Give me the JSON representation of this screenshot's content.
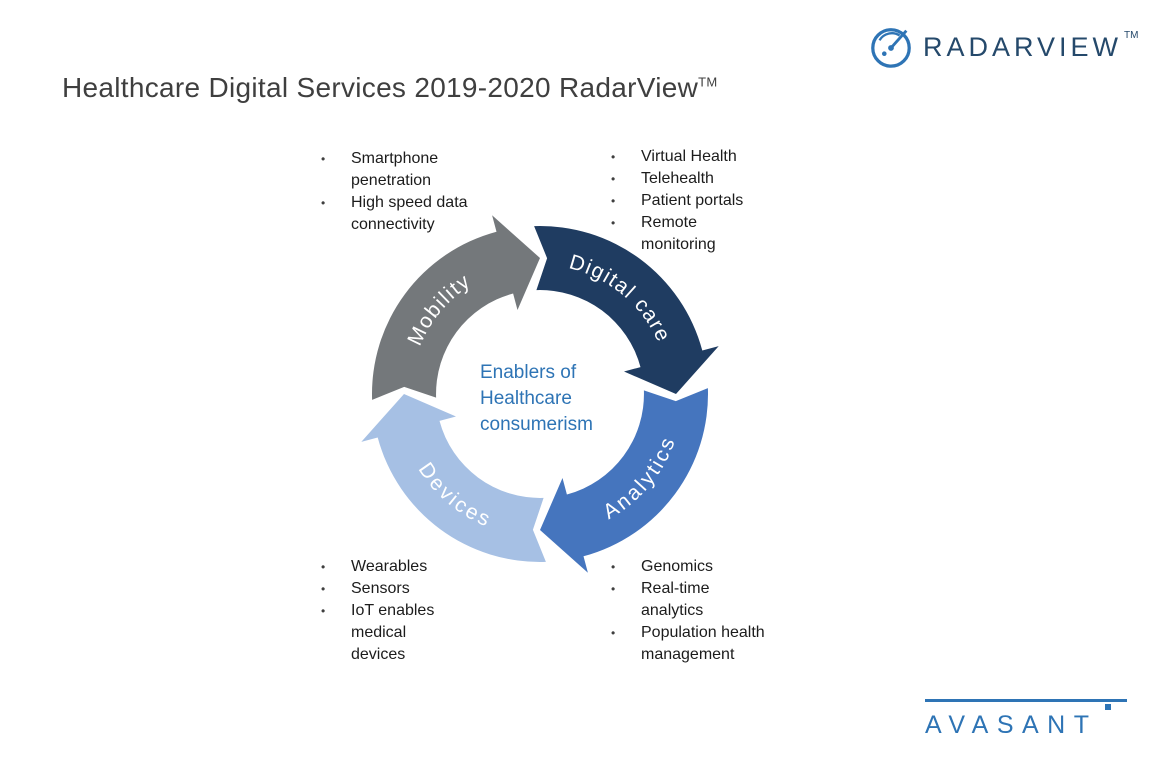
{
  "title": {
    "text": "Healthcare Digital Services 2019-2020 RadarView",
    "superscript": "TM"
  },
  "logos": {
    "radarview": {
      "text": "RADARVIEW",
      "tm": "TM",
      "text_color": "#25496b",
      "icon_color": "#2e74b5"
    },
    "avasant": {
      "text": "AVASANT",
      "color": "#2e74b5"
    }
  },
  "diagram": {
    "center_label": [
      "Enablers of",
      "Healthcare",
      "consumerism"
    ],
    "center_color": "#2e74b5",
    "segments": [
      {
        "label": "Mobility",
        "slug": "mobility",
        "color": "#74787b"
      },
      {
        "label": "Digital care",
        "slug": "digital-care",
        "color": "#1f3c61"
      },
      {
        "label": "Analytics",
        "slug": "analytics",
        "color": "#4575be"
      },
      {
        "label": "Devices",
        "slug": "devices",
        "color": "#a6c0e4"
      }
    ],
    "groups": [
      {
        "placement": "top-left",
        "segment": "Mobility",
        "items": [
          "Smartphone penetration",
          "High speed data connectivity"
        ]
      },
      {
        "placement": "top-right",
        "segment": "Digital care",
        "items": [
          "Virtual Health",
          "Telehealth",
          "Patient portals",
          "Remote monitoring"
        ]
      },
      {
        "placement": "bottom-left",
        "segment": "Devices",
        "items": [
          "Wearables",
          "Sensors",
          "IoT enables medical devices"
        ]
      },
      {
        "placement": "bottom-right",
        "segment": "Analytics",
        "items": [
          "Genomics",
          "Real-time analytics",
          "Population health management"
        ]
      }
    ]
  }
}
